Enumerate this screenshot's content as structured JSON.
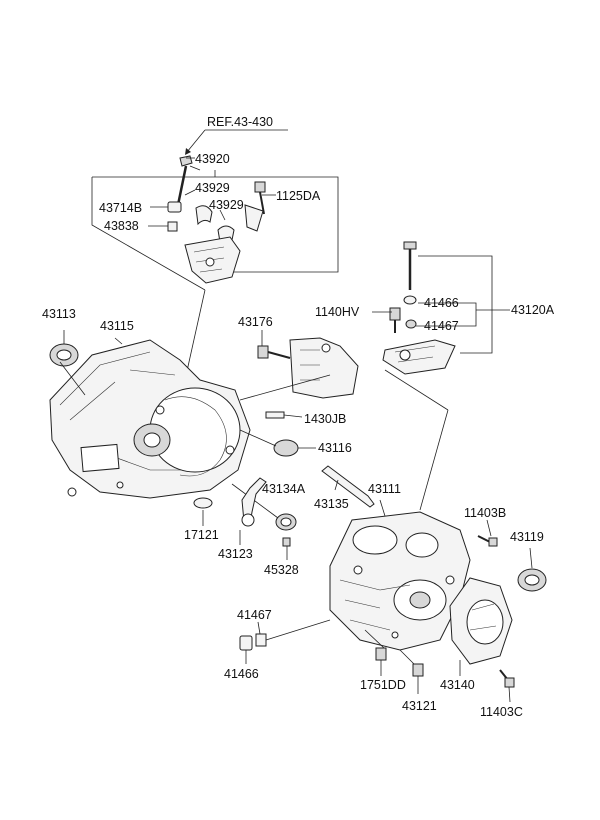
{
  "diagram": {
    "reference": "REF.43-430",
    "labels": {
      "p43920": "43920",
      "p43929a": "43929",
      "p1125DA": "1125DA",
      "p43714B": "43714B",
      "p43929b": "43929",
      "p43838": "43838",
      "p43113": "43113",
      "p43115": "43115",
      "p43176": "43176",
      "p1140HV": "1140HV",
      "p41466a": "41466",
      "p41467a": "41467",
      "p43120A": "43120A",
      "p1430JB": "1430JB",
      "p43116": "43116",
      "p43134A": "43134A",
      "p43135": "43135",
      "p43111": "43111",
      "p11403B": "11403B",
      "p43119": "43119",
      "p17121": "17121",
      "p43123": "43123",
      "p45328": "45328",
      "p41467b": "41467",
      "p41466b": "41466",
      "p1751DD": "1751DD",
      "p43140": "43140",
      "p43121": "43121",
      "p11403C": "11403C"
    }
  }
}
